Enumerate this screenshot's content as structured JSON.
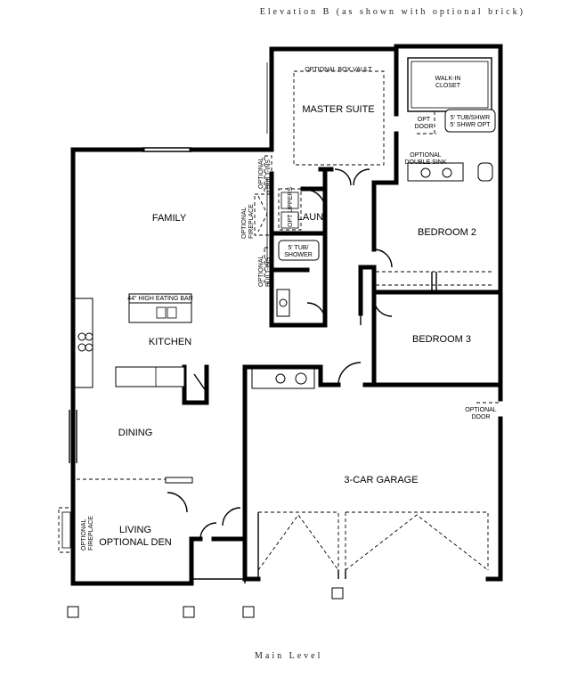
{
  "captions": {
    "top": "Elevation B (as shown with optional brick)",
    "bottom": "Main Level"
  },
  "rooms": {
    "family": "FAMILY",
    "kitchen": "KITCHEN",
    "dining": "DINING",
    "living_line1": "LIVING",
    "living_line2": "OPTIONAL DEN",
    "master_suite": "MASTER SUITE",
    "bedroom2": "BEDROOM 2",
    "bedroom3": "BEDROOM 3",
    "garage": "3-CAR GARAGE",
    "laundry": "LAUN."
  },
  "notes": {
    "box_vault": "OPTIONAL BOX VAULT",
    "walk_in_1": "WALK-IN",
    "walk_in_2": "CLOSET",
    "opt_door_1": "OPT",
    "opt_door_2": "DOOR",
    "tub_shwr_1": "5' TUB/SHWR",
    "tub_shwr_2": "5' SHWR OPT",
    "double_sink_1": "OPTIONAL",
    "double_sink_2": "DOUBLE SINK",
    "builtins_upper_1": "OPTIONAL",
    "builtins_upper_2": "BUILT-INS",
    "fireplace_1": "OPTIONAL",
    "fireplace_2": "FIREPLACE",
    "opt_uppers": "OPT UPPERS",
    "tub_shower_1": "5' TUB/",
    "tub_shower_2": "SHOWER",
    "builtins_lower_1": "OPTIONAL",
    "builtins_lower_2": "BUILT-INS",
    "eating_bar": "44\" HIGH EATING BAR",
    "opt_door_garage_1": "OPTIONAL",
    "opt_door_garage_2": "DOOR",
    "living_fp_1": "OPTIONAL",
    "living_fp_2": "FIREPLACE"
  }
}
